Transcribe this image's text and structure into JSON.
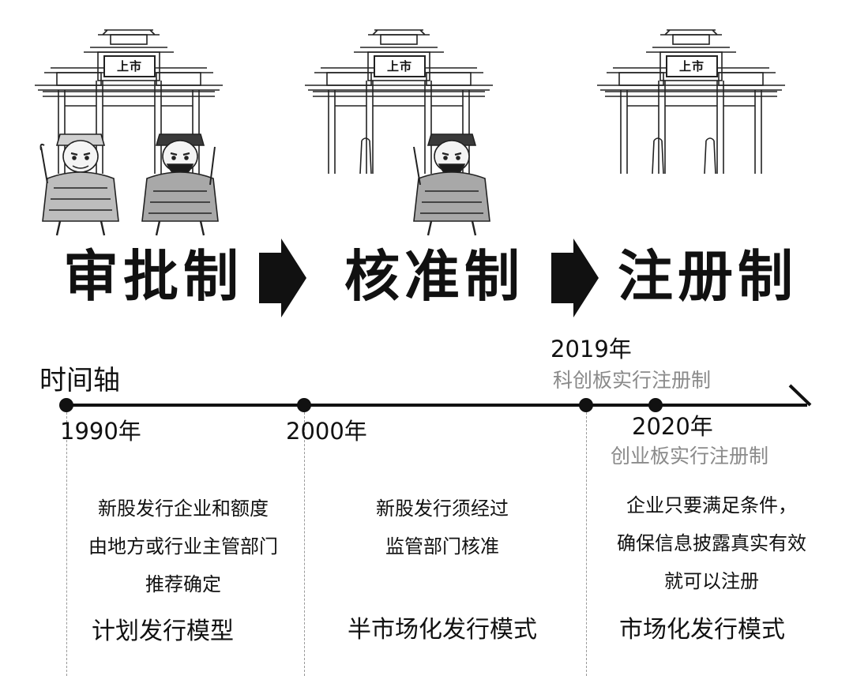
{
  "arch_sign_text": "上市",
  "regimes": [
    {
      "label": "审批制"
    },
    {
      "label": "核准制"
    },
    {
      "label": "注册制"
    }
  ],
  "timeline": {
    "title": "时间轴",
    "points": [
      {
        "year": "1990年"
      },
      {
        "year": "2000年"
      },
      {
        "year": "2019年",
        "event": "科创板实行注册制"
      },
      {
        "year": "2020年",
        "event": "创业板实行注册制"
      }
    ]
  },
  "columns": [
    {
      "lines": [
        "新股发行企业和额度",
        "由地方或行业主管部门",
        "推荐确定"
      ],
      "model": "计划发行模型"
    },
    {
      "lines": [
        "新股发行须经过",
        "监管部门核准"
      ],
      "model": "半市场化发行模式"
    },
    {
      "lines": [
        "企业只要满足条件，",
        "确保信息披露真实有效",
        "就可以注册"
      ],
      "model": "市场化发行模式"
    }
  ],
  "colors": {
    "ink": "#111111",
    "event_gray": "#8a8a8a",
    "dashed_line": "#9a9a9a"
  },
  "icons": {
    "archway": "paifang-archway-icon",
    "guardian": "door-god-guardian-icon",
    "arrow": "right-arrow-icon"
  }
}
